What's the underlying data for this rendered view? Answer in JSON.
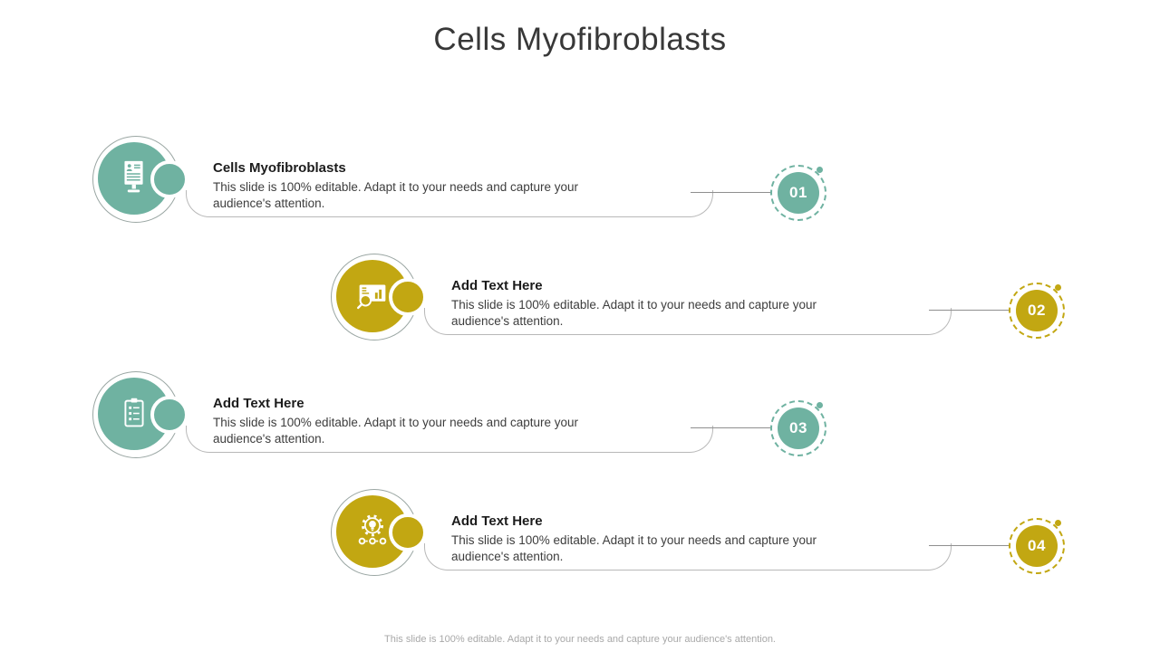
{
  "slide": {
    "title": "Cells Myofibroblasts",
    "footer": "This slide is 100% editable. Adapt it to your needs and capture your audience's attention.",
    "colors": {
      "teal": "#6FB2A1",
      "gold": "#C2A712",
      "ring": "#9aa6a3",
      "line": "#8f8f8f",
      "box_border": "#b8b8b8",
      "title_text": "#383838",
      "heading_text": "#1c1c1c",
      "body_text": "#3d3d3d",
      "footer_text": "#a8a8a8"
    },
    "items": [
      {
        "number": "01",
        "title": "Cells Myofibroblasts",
        "description": "This slide is 100% editable. Adapt it to your needs and capture your audience's attention.",
        "icon": "resume-monitor-icon",
        "accent": "teal"
      },
      {
        "number": "02",
        "title": "Add Text Here",
        "description": "This slide is 100% editable. Adapt it to your needs and capture your audience's attention.",
        "icon": "chart-analysis-icon",
        "accent": "gold"
      },
      {
        "number": "03",
        "title": "Add Text Here",
        "description": "This slide is 100% editable. Adapt it to your needs and capture your audience's attention.",
        "icon": "clipboard-checklist-icon",
        "accent": "teal"
      },
      {
        "number": "04",
        "title": "Add Text Here",
        "description": "This slide is 100% editable. Adapt it to your needs and capture your audience's attention.",
        "icon": "idea-gear-icon",
        "accent": "gold"
      }
    ]
  }
}
